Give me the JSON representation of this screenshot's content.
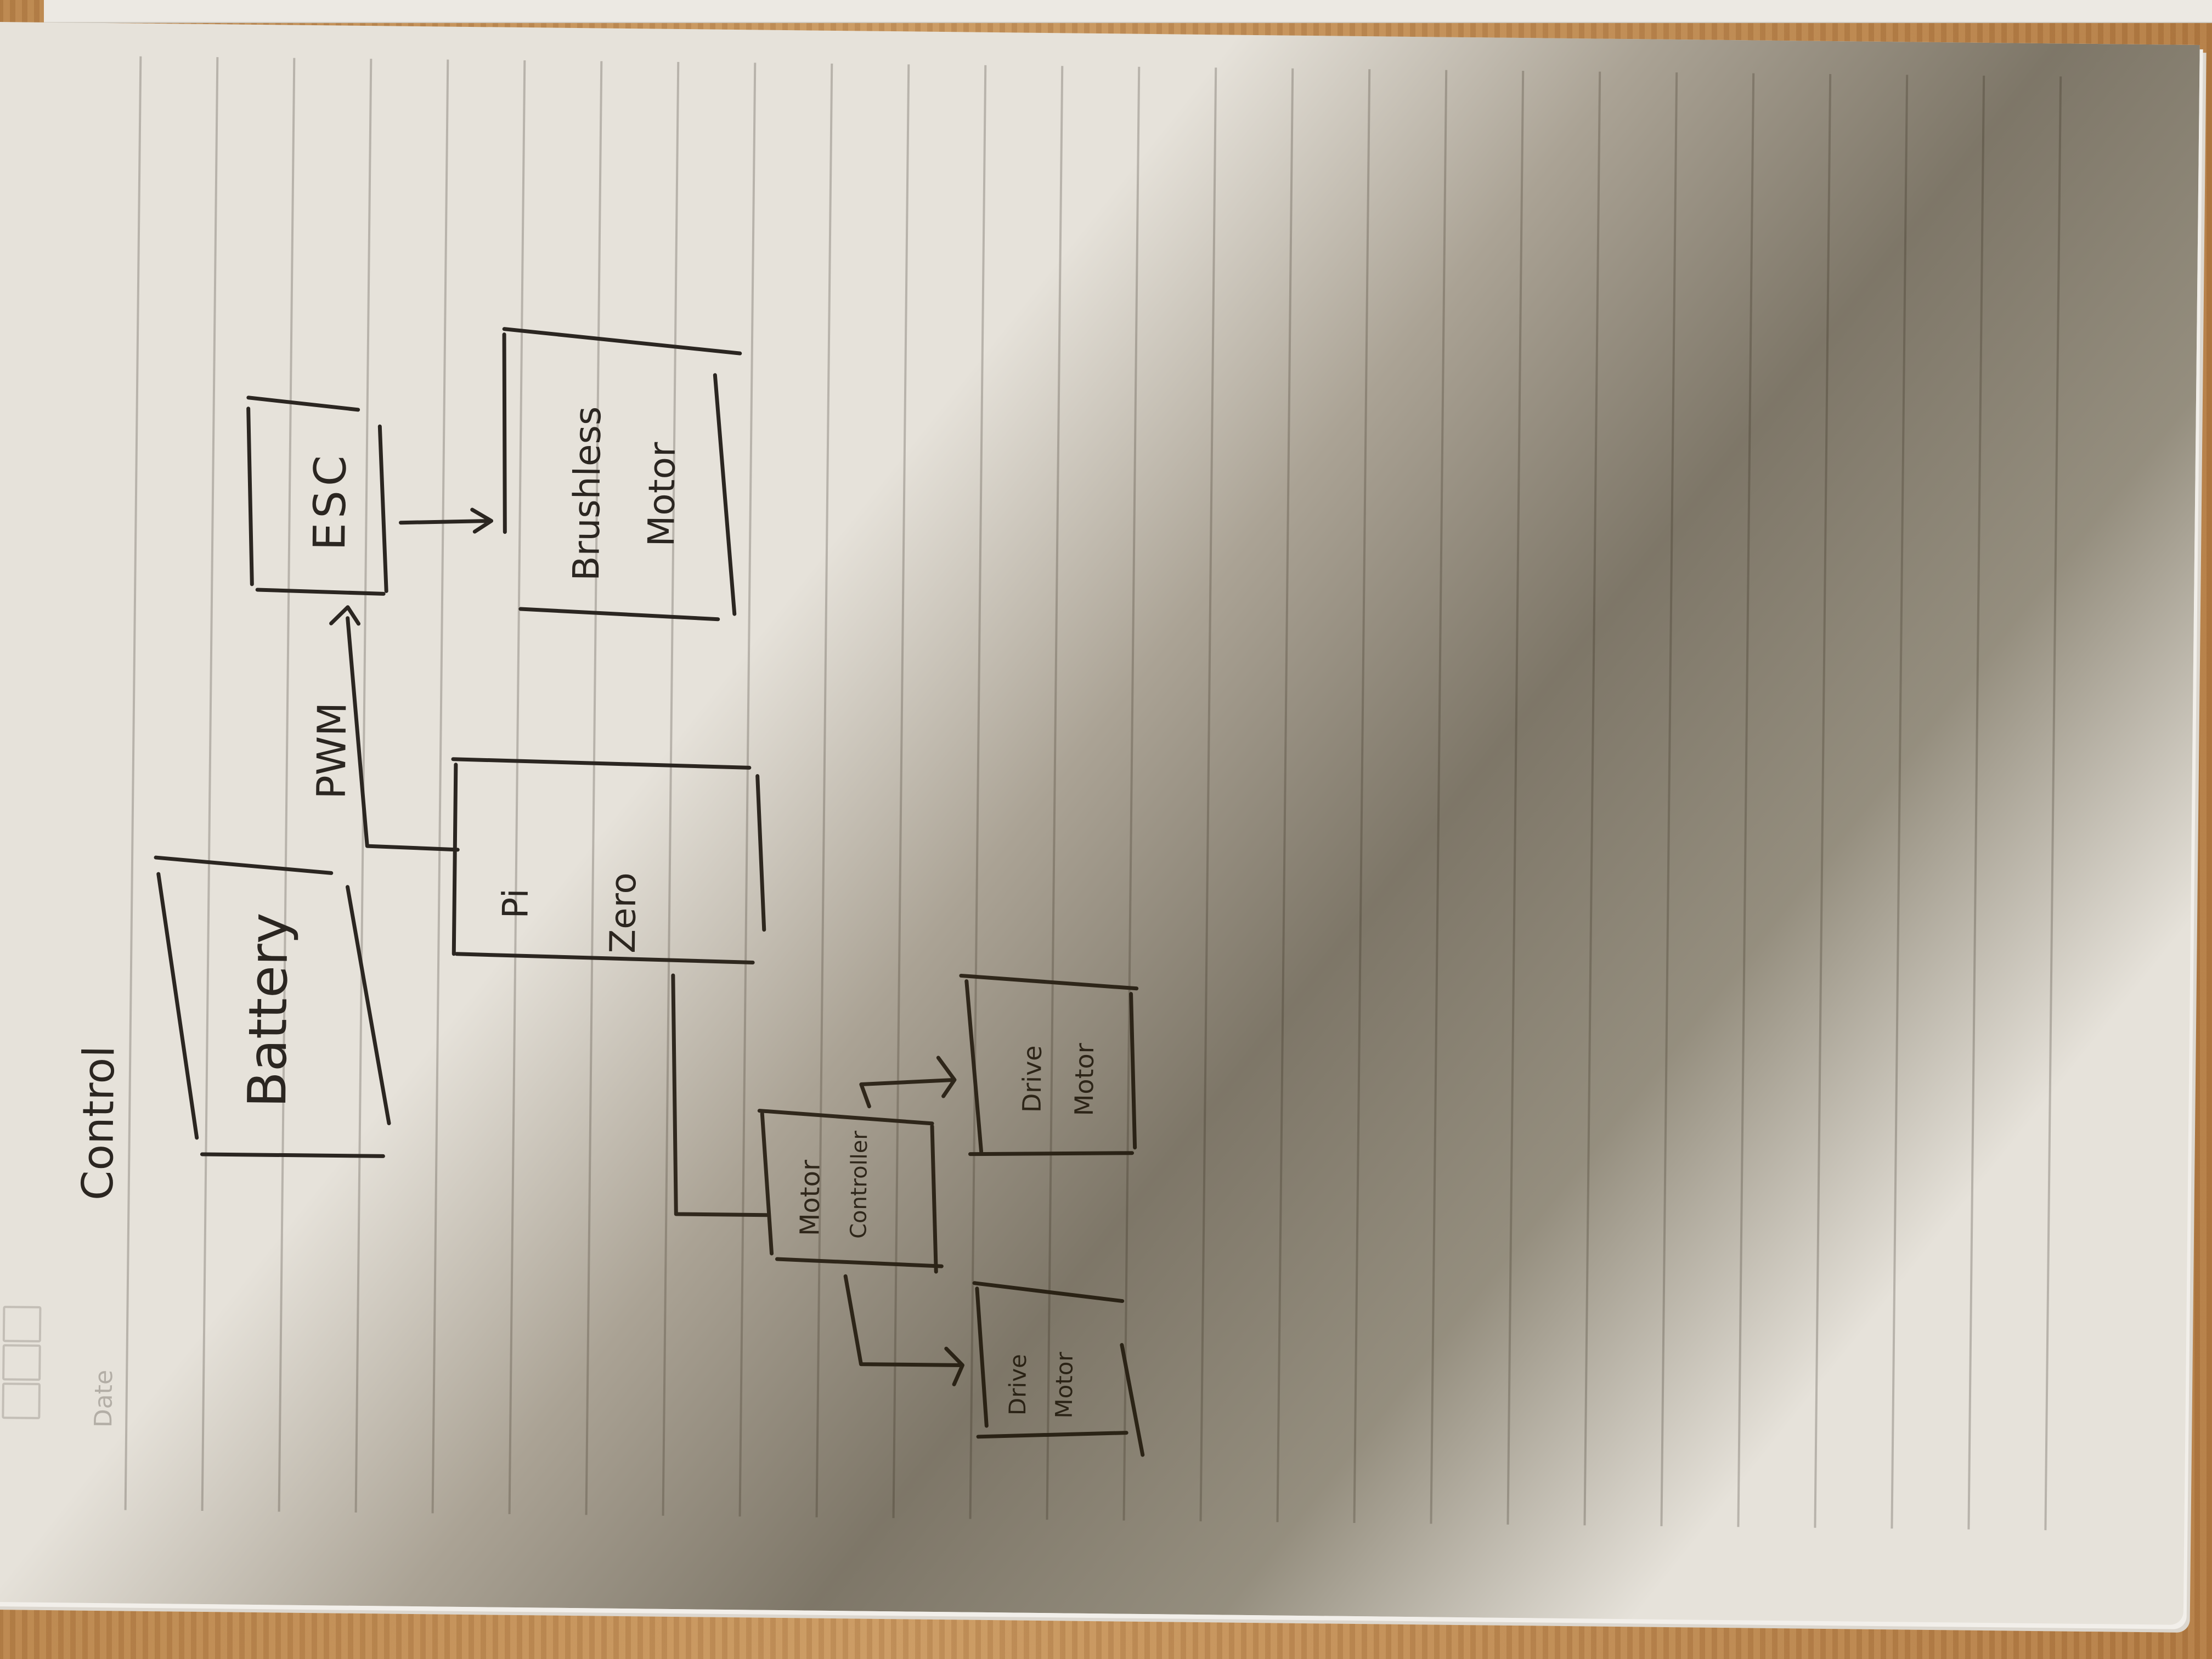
{
  "page": {
    "title": "Control",
    "date_label": "Date",
    "checkbox_count": 3
  },
  "diagram": {
    "nodes": [
      {
        "id": "battery",
        "label": "Battery"
      },
      {
        "id": "pi_zero",
        "label_line1": "Pi",
        "label_line2": "Zero"
      },
      {
        "id": "esc",
        "label": "ESC"
      },
      {
        "id": "brushless_motor",
        "label_line1": "Brushless",
        "label_line2": "Motor"
      },
      {
        "id": "motor_controller",
        "label_line1": "Motor",
        "label_line2": "Controller"
      },
      {
        "id": "drive_motor_1",
        "label_line1": "Drive",
        "label_line2": "Motor"
      },
      {
        "id": "drive_motor_2",
        "label_line1": "Drive",
        "label_line2": "Motor"
      }
    ],
    "edges": [
      {
        "from": "pi_zero",
        "to": "esc",
        "label": "PWM"
      },
      {
        "from": "esc",
        "to": "brushless_motor",
        "label": ""
      },
      {
        "from": "pi_zero",
        "to": "motor_controller",
        "label": ""
      },
      {
        "from": "motor_controller",
        "to": "drive_motor_1",
        "label": ""
      },
      {
        "from": "motor_controller",
        "to": "drive_motor_2",
        "label": ""
      }
    ]
  },
  "colors": {
    "ink": "#2b2621",
    "paper": "#e6e2da",
    "rule_line": "#a8a39b",
    "wood": "#c99860"
  }
}
